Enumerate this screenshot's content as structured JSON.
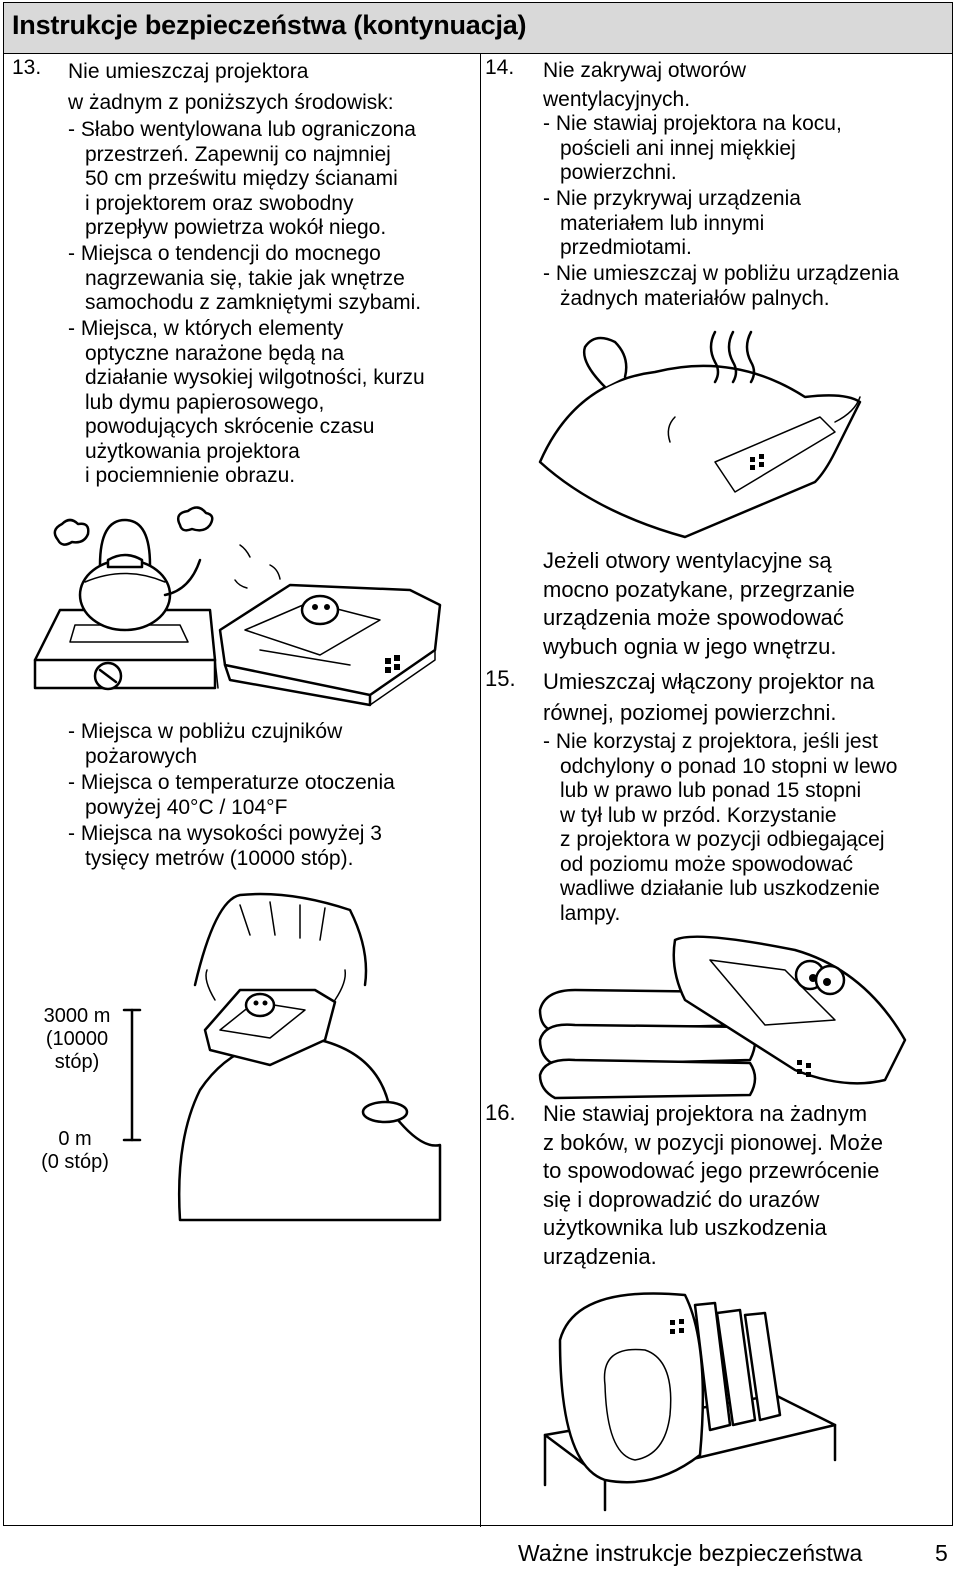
{
  "header": {
    "title": "Instrukcje bezpieczeństwa (kontynuacja)"
  },
  "item13": {
    "number": "13.",
    "title_lines": [
      "Nie umieszczaj projektora",
      "w żadnym z poniższych środowisk:"
    ],
    "bullets_a": [
      [
        "- Słabo wentylowana lub ograniczona",
        "przestrzeń. Zapewnij co najmniej",
        "50 cm prześwitu między ścianami",
        "i projektorem oraz swobodny",
        "przepływ powietrza wokół niego."
      ],
      [
        "- Miejsca o tendencji do mocnego",
        "nagrzewania się, takie jak wnętrze",
        "samochodu z zamkniętymi szybami."
      ],
      [
        "- Miejsca, w których elementy",
        "optyczne narażone będą na",
        "działanie wysokiej wilgotności, kurzu",
        "lub dymu papierosowego,",
        "powodujących skrócenie czasu",
        "użytkowania projektora",
        "i pociemnienie obrazu."
      ]
    ],
    "bullets_b": [
      [
        "- Miejsca w pobliżu czujników",
        "pożarowych"
      ],
      [
        "- Miejsca o temperaturze otoczenia",
        "powyżej 40°C / 104°F"
      ],
      [
        "- Miejsca na wysokości powyżej 3",
        "tysięcy metrów (10000 stóp)."
      ]
    ],
    "altitude_labels": {
      "high": [
        "3000 m",
        "(10000",
        "stóp)"
      ],
      "low": [
        "0 m",
        "(0 stóp)"
      ]
    }
  },
  "item14": {
    "number": "14.",
    "title_lines": [
      "Nie zakrywaj otworów",
      "wentylacyjnych."
    ],
    "bullets": [
      [
        "- Nie stawiaj projektora na kocu,",
        "pościeli ani innej miękkiej",
        "powierzchni."
      ],
      [
        "- Nie przykrywaj urządzenia",
        "materiałem lub innymi",
        "przedmiotami."
      ],
      [
        "- Nie umieszczaj w pobliżu urządzenia",
        "żadnych materiałów palnych."
      ]
    ],
    "warning_lines": [
      "Jeżeli otwory wentylacyjne są",
      "mocno pozatykane, przegrzanie",
      "urządzenia może spowodować",
      "wybuch ognia w jego wnętrzu."
    ]
  },
  "item15": {
    "number": "15.",
    "title_lines": [
      "Umieszczaj włączony projektor na",
      "równej, poziomej powierzchni."
    ],
    "bullets": [
      [
        "- Nie korzystaj z projektora, jeśli jest",
        "odchylony o ponad 10 stopni w lewo",
        "lub w prawo lub ponad 15 stopni",
        "w tył lub w przód. Korzystanie",
        "z projektora w pozycji odbiegającej",
        "od poziomu może spowodować",
        "wadliwe działanie lub uszkodzenie",
        "lampy."
      ]
    ]
  },
  "item16": {
    "number": "16.",
    "title_lines": [
      "Nie stawiaj projektora na żadnym",
      "z boków, w pozycji pionowej. Może",
      "to spowodować jego przewrócenie",
      "się i doprowadzić do urazów",
      "użytkownika lub uszkodzenia",
      "urządzenia."
    ]
  },
  "footer": {
    "title": "Ważne instrukcje bezpieczeństwa",
    "page": "5"
  }
}
